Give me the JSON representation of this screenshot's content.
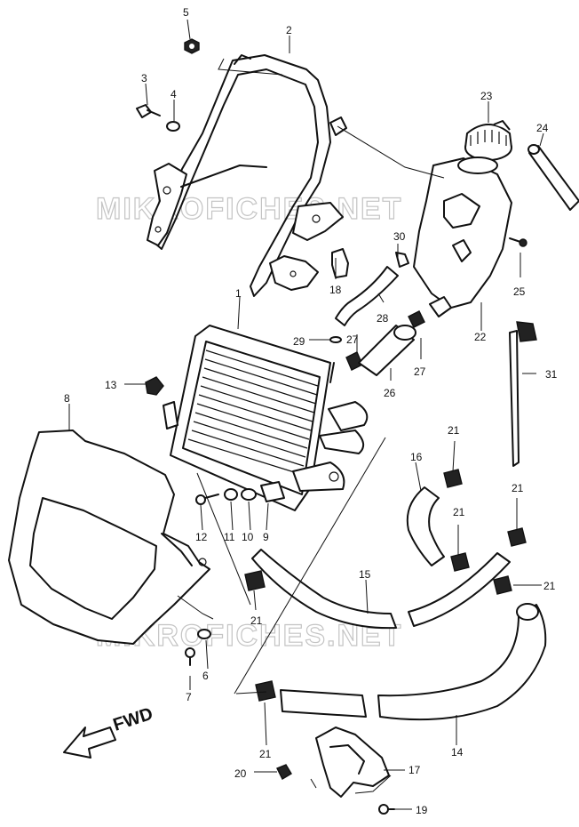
{
  "watermark": "MIKROFICHES.NET",
  "direction_label": "FWD",
  "callouts": [
    {
      "id": "c1",
      "label": "1"
    },
    {
      "id": "c2",
      "label": "2"
    },
    {
      "id": "c3",
      "label": "3"
    },
    {
      "id": "c4",
      "label": "4"
    },
    {
      "id": "c5",
      "label": "5"
    },
    {
      "id": "c6",
      "label": "6"
    },
    {
      "id": "c7",
      "label": "7"
    },
    {
      "id": "c8",
      "label": "8"
    },
    {
      "id": "c9",
      "label": "9"
    },
    {
      "id": "c10",
      "label": "10"
    },
    {
      "id": "c11",
      "label": "11"
    },
    {
      "id": "c12",
      "label": "12"
    },
    {
      "id": "c13",
      "label": "13"
    },
    {
      "id": "c14",
      "label": "14"
    },
    {
      "id": "c15",
      "label": "15"
    },
    {
      "id": "c16",
      "label": "16"
    },
    {
      "id": "c17",
      "label": "17"
    },
    {
      "id": "c18",
      "label": "18"
    },
    {
      "id": "c19",
      "label": "19"
    },
    {
      "id": "c20",
      "label": "20"
    },
    {
      "id": "c21a",
      "label": "21"
    },
    {
      "id": "c21b",
      "label": "21"
    },
    {
      "id": "c21c",
      "label": "21"
    },
    {
      "id": "c21d",
      "label": "21"
    },
    {
      "id": "c21e",
      "label": "21"
    },
    {
      "id": "c21f",
      "label": "21"
    },
    {
      "id": "c22",
      "label": "22"
    },
    {
      "id": "c23",
      "label": "23"
    },
    {
      "id": "c24",
      "label": "24"
    },
    {
      "id": "c25",
      "label": "25"
    },
    {
      "id": "c26",
      "label": "26"
    },
    {
      "id": "c27a",
      "label": "27"
    },
    {
      "id": "c27b",
      "label": "27"
    },
    {
      "id": "c28",
      "label": "28"
    },
    {
      "id": "c29",
      "label": "29"
    },
    {
      "id": "c30",
      "label": "30"
    },
    {
      "id": "c31",
      "label": "31"
    }
  ]
}
